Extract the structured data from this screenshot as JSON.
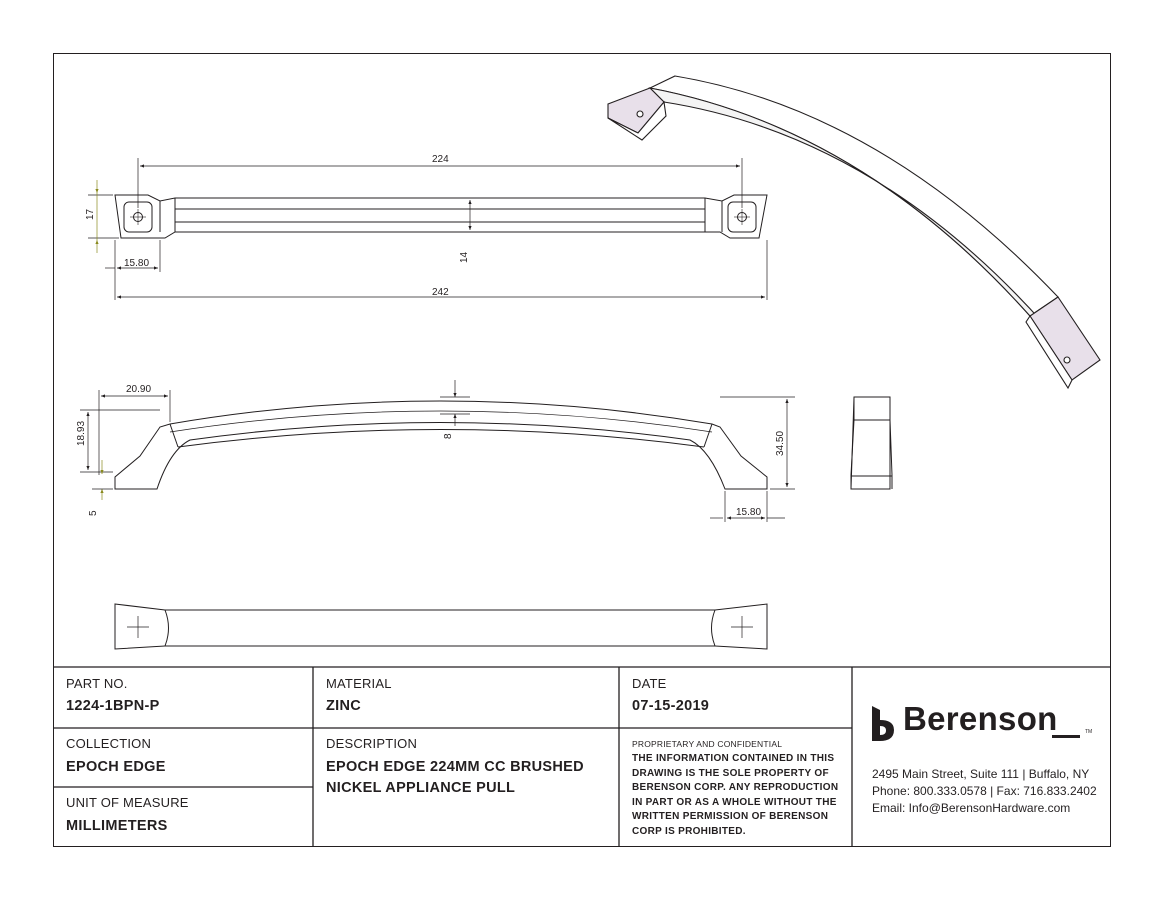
{
  "dimensions": {
    "cc_width": "224",
    "overall_length": "242",
    "top_height": "17",
    "base_width_top": "15.80",
    "bar_thickness": "14",
    "foot_length": "20.90",
    "foot_height": "18.93",
    "base_height": "5",
    "arch_offset": "8",
    "overall_height": "34.50",
    "base_width_side": "15.80"
  },
  "title_block": {
    "part_no_label": "PART NO.",
    "part_no": "1224-1BPN-P",
    "material_label": "MATERIAL",
    "material": "ZINC",
    "date_label": "DATE",
    "date": "07-15-2019",
    "collection_label": "COLLECTION",
    "collection": "EPOCH EDGE",
    "description_label": "DESCRIPTION",
    "description_line1": "EPOCH EDGE 224MM CC BRUSHED",
    "description_line2": "NICKEL APPLIANCE PULL",
    "unit_label": "UNIT OF MEASURE",
    "unit": "MILLIMETERS",
    "proprietary_heading": "PROPRIETARY AND CONFIDENTIAL",
    "proprietary_lines": [
      "THE INFORMATION CONTAINED IN THIS",
      "DRAWING IS THE SOLE PROPERTY OF",
      "BERENSON CORP. ANY REPRODUCTION",
      "IN PART OR AS A WHOLE WITHOUT THE",
      "WRITTEN PERMISSION OF BERENSON",
      "CORP IS PROHIBITED."
    ]
  },
  "company": {
    "name": "Berenson",
    "tm": "TM",
    "address": "2495 Main Street, Suite 111 | Buffalo, NY",
    "phone": "Phone: 800.333.0578 | Fax: 716.833.2402",
    "email": "Email: Info@BerensonHardware.com",
    "logo_icon": "berenson-b-logo-icon"
  },
  "colors": {
    "line": "#231f20",
    "dim_accent": "#8a8a1e",
    "shade": "#e8e0ea"
  }
}
